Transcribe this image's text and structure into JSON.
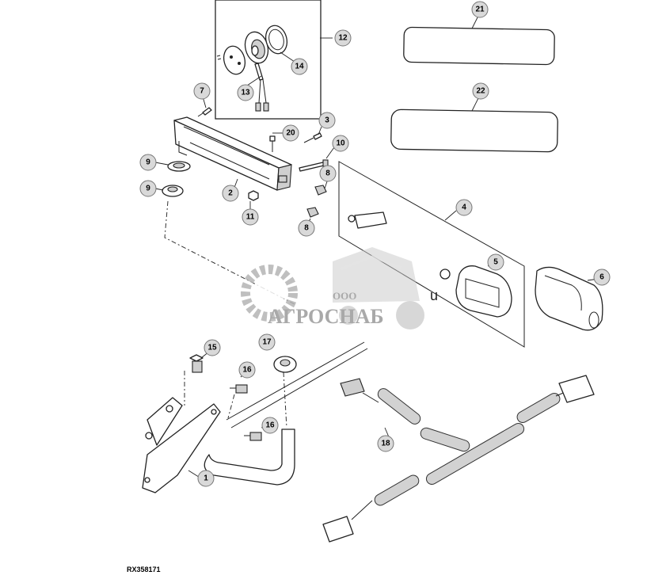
{
  "diagram": {
    "reference_code": "RX358171",
    "callouts": [
      "1",
      "2",
      "3",
      "4",
      "5",
      "6",
      "7",
      "8",
      "8",
      "9",
      "9",
      "10",
      "11",
      "12",
      "13",
      "14",
      "15",
      "16",
      "16",
      "17",
      "18",
      "20",
      "21",
      "22"
    ]
  },
  "watermark": {
    "prefix": "ООО",
    "name": "АГРОСНАБ",
    "trailing_letter": "u"
  }
}
